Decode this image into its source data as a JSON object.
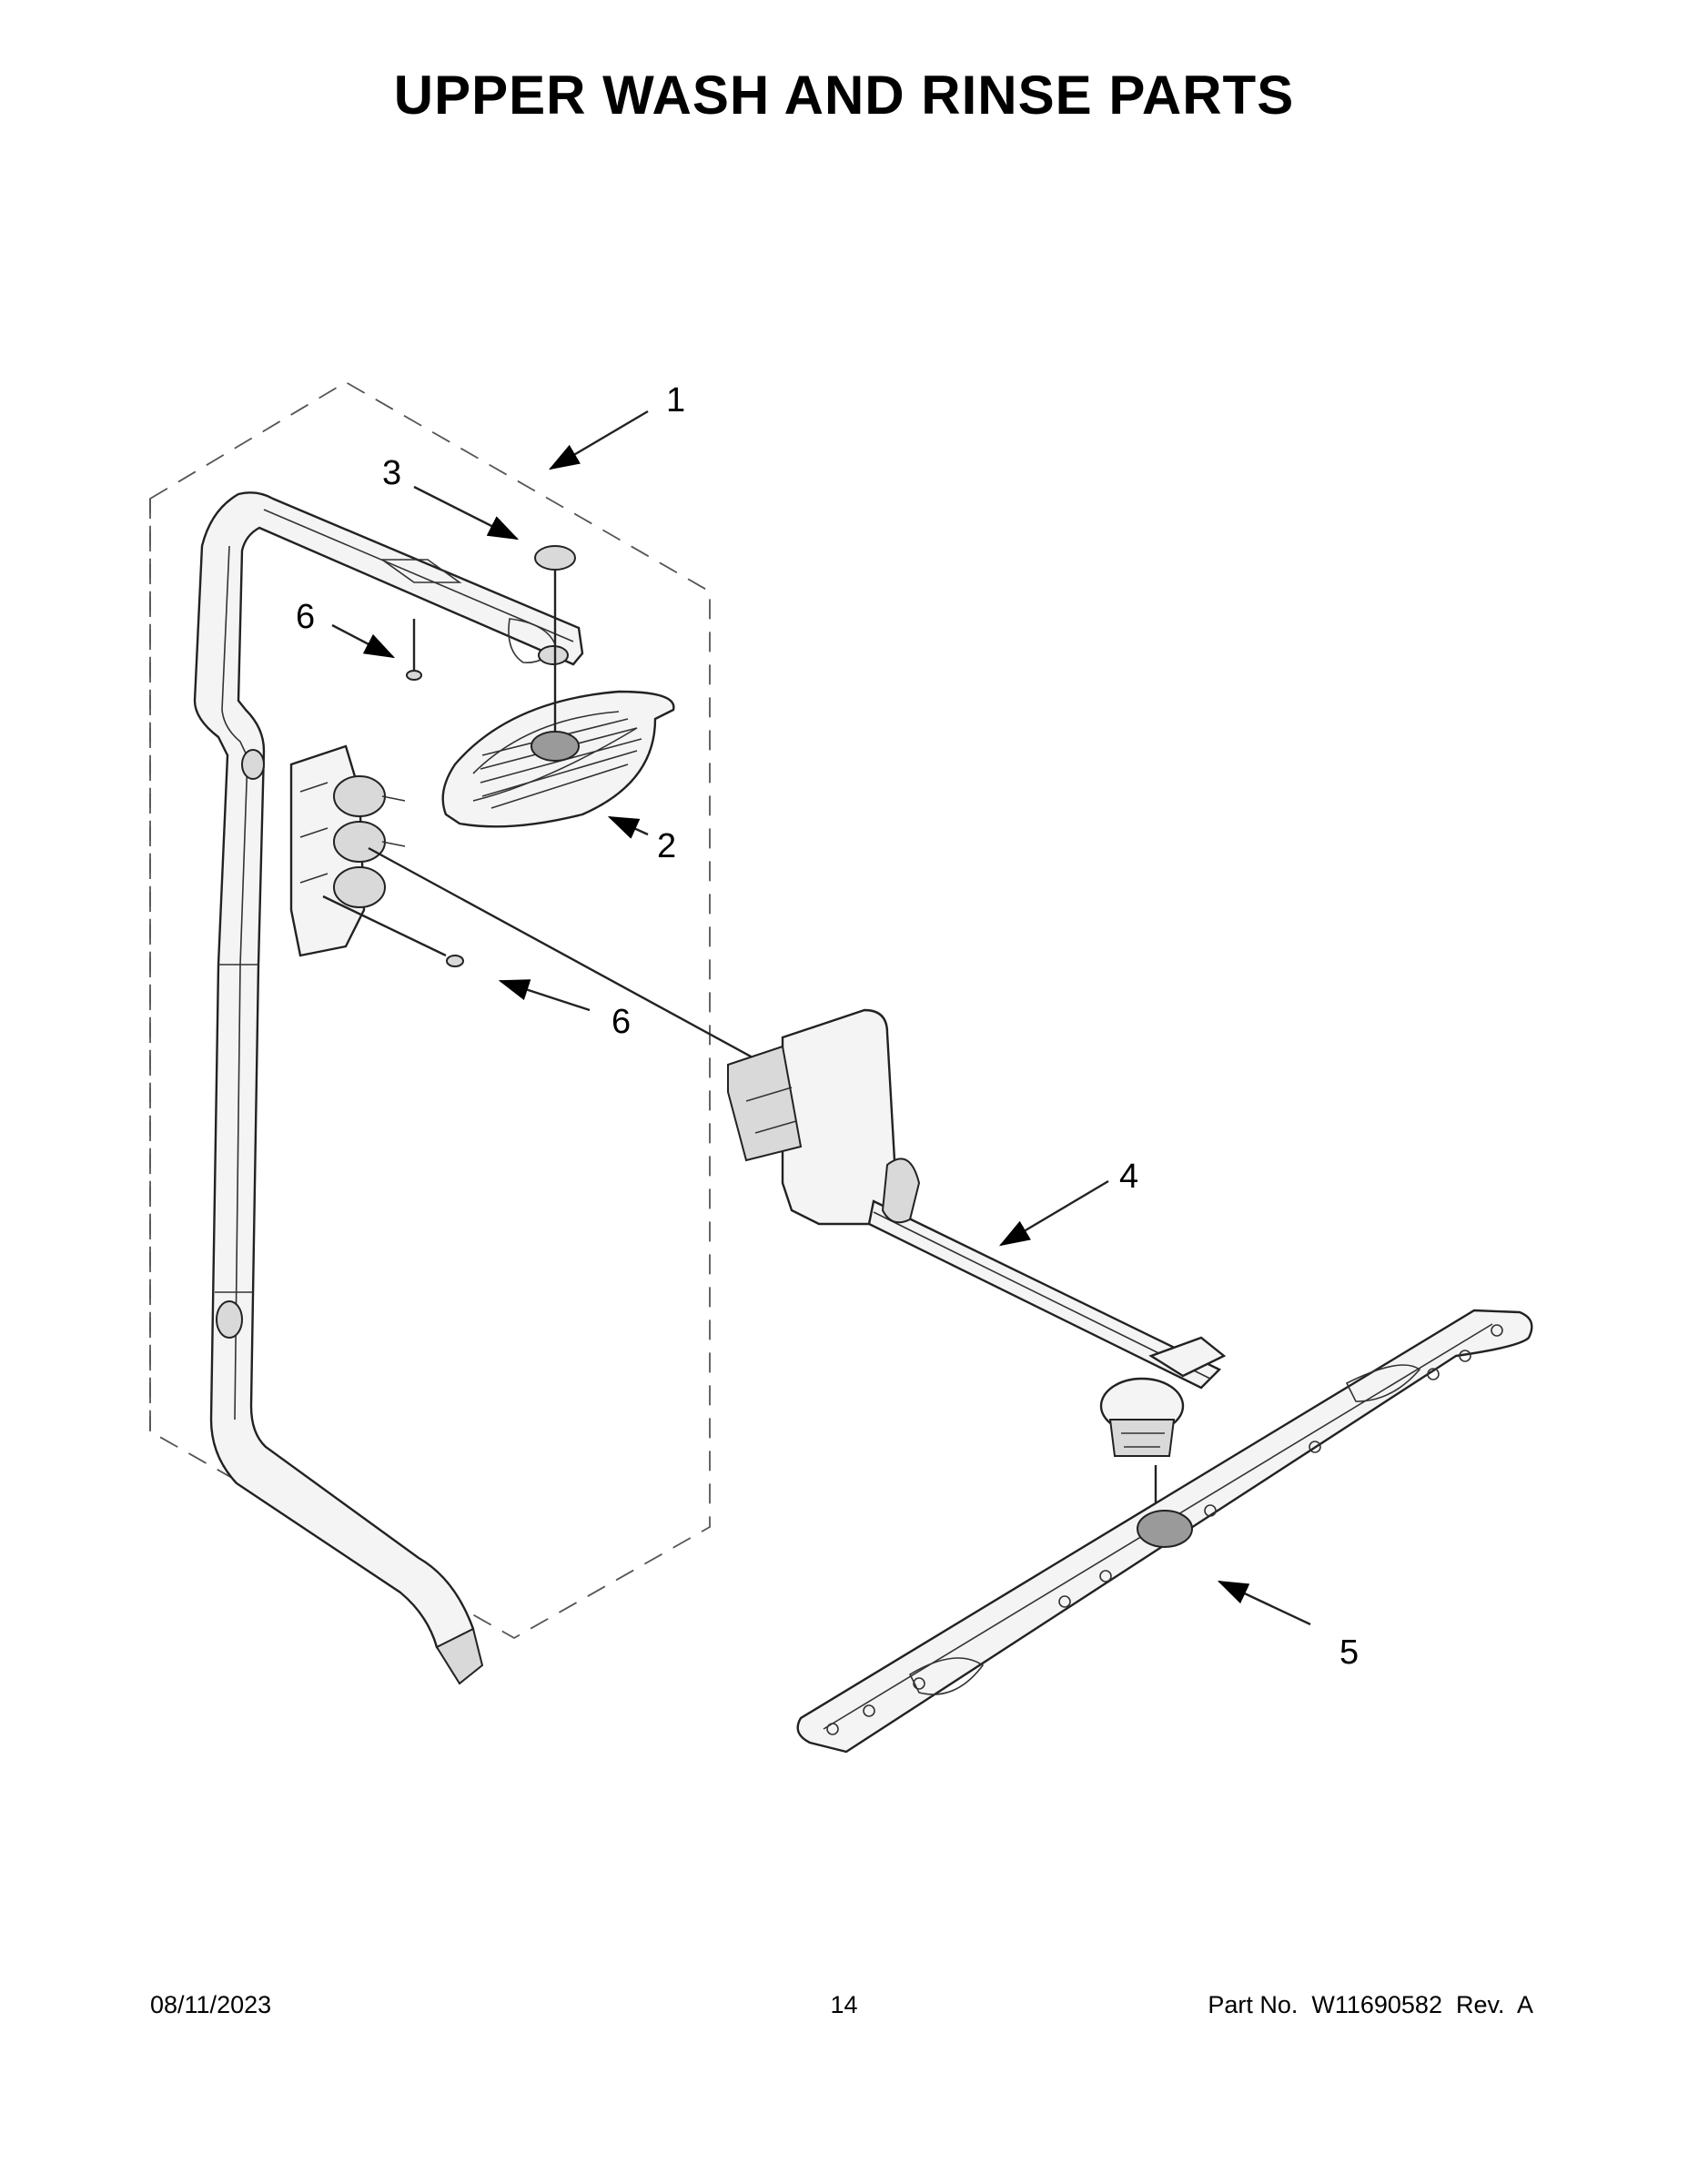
{
  "title": "UPPER WASH AND RINSE PARTS",
  "callouts": {
    "c1": "1",
    "c2": "2",
    "c3": "3",
    "c4": "4",
    "c5": "5",
    "c6a": "6",
    "c6b": "6"
  },
  "footer": {
    "date": "08/11/2023",
    "page": "14",
    "part_no": "Part No.  W11690582  Rev.  A"
  }
}
